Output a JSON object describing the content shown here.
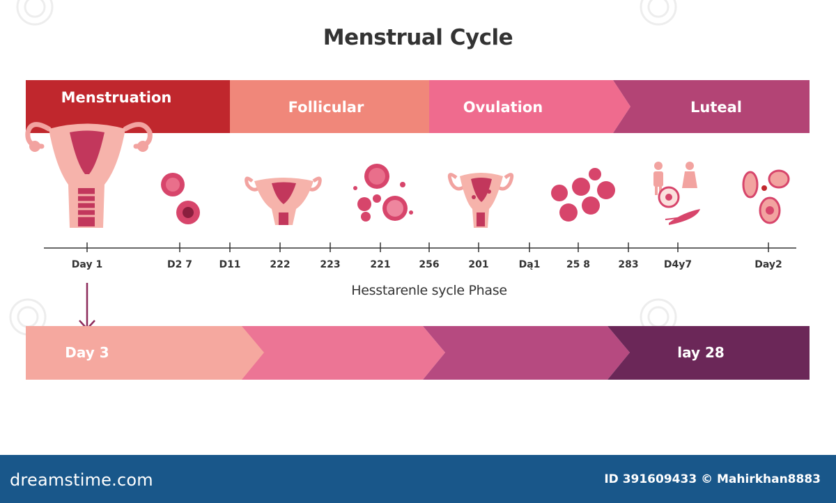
{
  "title": "Menstrual Cycle",
  "phases": [
    {
      "label": "Menstruation",
      "color": "#c0272d"
    },
    {
      "label": "Follicular",
      "color": "#f0877a"
    },
    {
      "label": "Ovulation",
      "color": "#ef6b8e"
    },
    {
      "label": "Luteal",
      "color": "#b34475"
    }
  ],
  "ticks": [
    "Day 1",
    "D2 7",
    "D11",
    "222",
    "223",
    "221",
    "256",
    "201",
    "Dą1",
    "25 8",
    "283",
    "D4y7",
    "Day2"
  ],
  "subtitle": "Hesstarenle sycle Phase",
  "bottom_bar": {
    "left_label": "Day 3",
    "right_label": "lay 28",
    "colors": [
      "#f5a89f",
      "#ec7595",
      "#b64a80",
      "#6b2758"
    ]
  },
  "illustrations": [
    "uterus-icon",
    "cell-icon",
    "uterus-small-icon",
    "follicles-icon",
    "uterus-ovulation-icon",
    "cells-cluster-icon",
    "couple-fertilization-icon",
    "cells-luteal-icon"
  ],
  "footer": {
    "brand": "dreamstime.com",
    "id_text": "ID 391609433 © Mahirkhan8883"
  }
}
